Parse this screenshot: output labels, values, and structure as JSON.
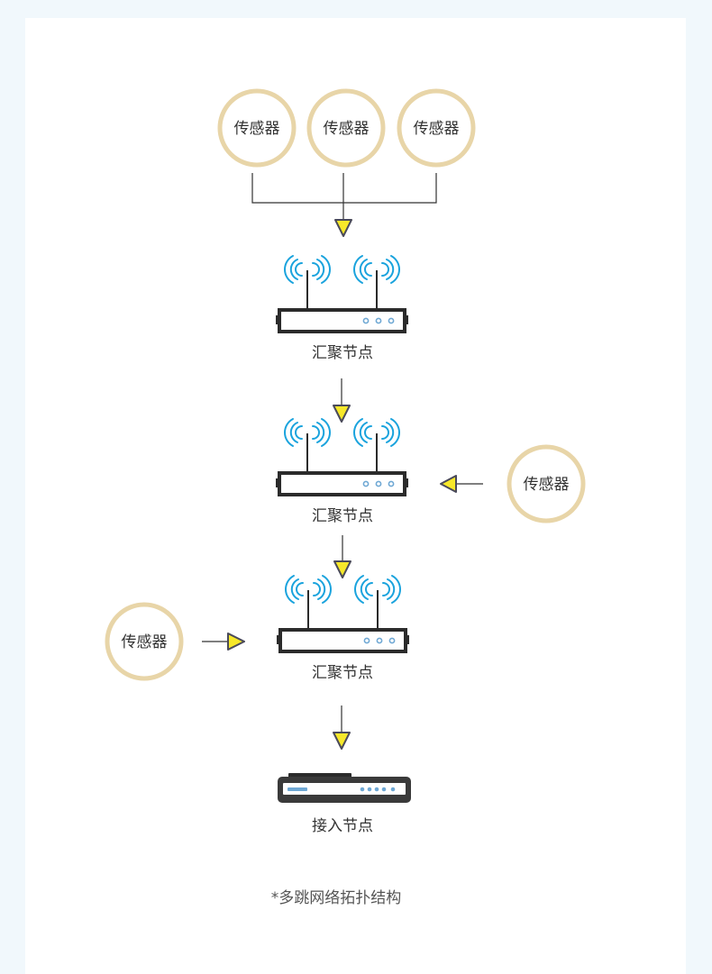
{
  "diagram": {
    "sensor_label": "传感器",
    "aggregation_label": "汇聚节点",
    "access_label": "接入节点",
    "caption": "*多跳网络拓扑结构"
  },
  "colors": {
    "sensor_ring": "#e8d5a8",
    "wifi_waves": "#1aa3dd",
    "arrow_fill": "#f7e82a",
    "arrow_stroke": "#4a4a5a",
    "line": "#333333",
    "router_body": "#2b2b2b",
    "router_port": "#6fa8d4"
  }
}
